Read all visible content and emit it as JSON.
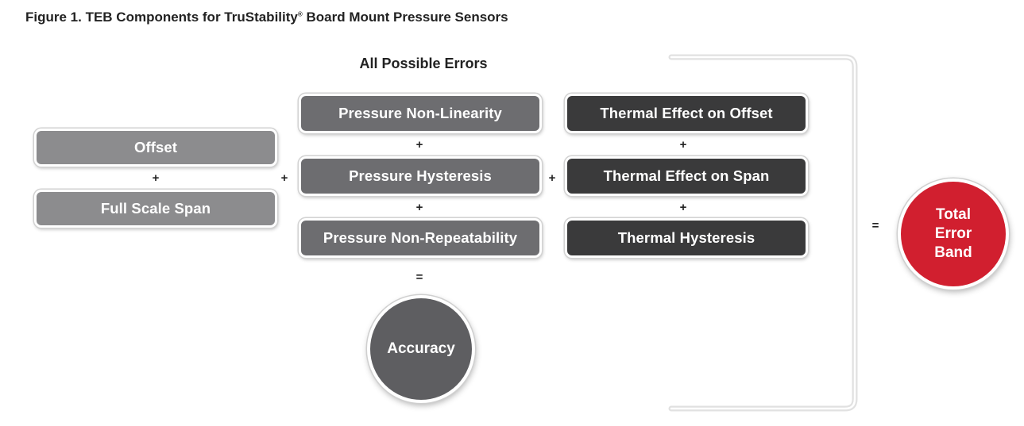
{
  "figure_title": "Figure 1. TEB Components for TruStability",
  "figure_title_mark": "®",
  "figure_title_suffix": " Board Mount Pressure Sensors",
  "group_heading": "All Possible Errors",
  "left_column": {
    "offset": "Offset",
    "plus": "+",
    "full_scale_span": "Full Scale Span"
  },
  "plus_left_to_middle": "+",
  "middle_column": {
    "non_linearity": "Pressure Non-Linearity",
    "plus_1": "+",
    "hysteresis": "Pressure Hysteresis",
    "plus_2": "+",
    "non_repeatability": "Pressure Non-Repeatability",
    "equals": "=",
    "accuracy": "Accuracy"
  },
  "plus_middle_to_right": "+",
  "right_column": {
    "thermal_offset": "Thermal Effect on Offset",
    "plus_1": "+",
    "thermal_span": "Thermal Effect on Span",
    "plus_2": "+",
    "thermal_hysteresis": "Thermal Hysteresis"
  },
  "equals_total": "=",
  "total_error_band": "Total\nError\nBand",
  "colors": {
    "light_box": "#8c8c8e",
    "mid_box": "#6d6d70",
    "dark_box": "#3a3a3b",
    "accuracy_circle": "#5e5e61",
    "teb_circle": "#d11f2f"
  }
}
